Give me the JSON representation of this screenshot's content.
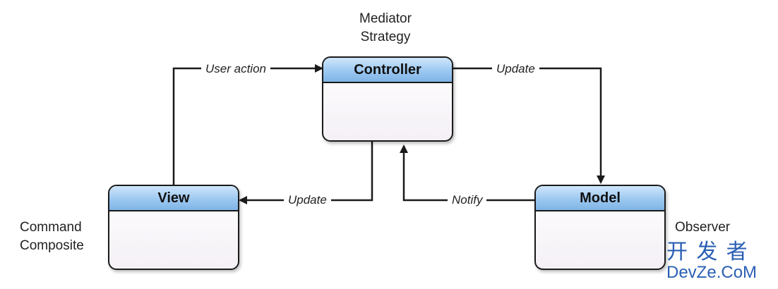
{
  "nodes": {
    "controller": {
      "title": "Controller",
      "roles": [
        "Mediator",
        "Strategy"
      ]
    },
    "view": {
      "title": "View",
      "roles": [
        "Command",
        "Composite"
      ]
    },
    "model": {
      "title": "Model",
      "roles": [
        "Observer"
      ]
    }
  },
  "edges": {
    "view_to_controller": "User action",
    "controller_to_model": "Update",
    "controller_to_view": "Update",
    "model_to_controller": "Notify"
  },
  "watermark": {
    "line1": "开 发 者",
    "line2": "DevZe.CoM"
  },
  "colors": {
    "header_fill": "#9cc8f0",
    "stroke": "#1a1a1a",
    "watermark": "#2a5fb5"
  }
}
